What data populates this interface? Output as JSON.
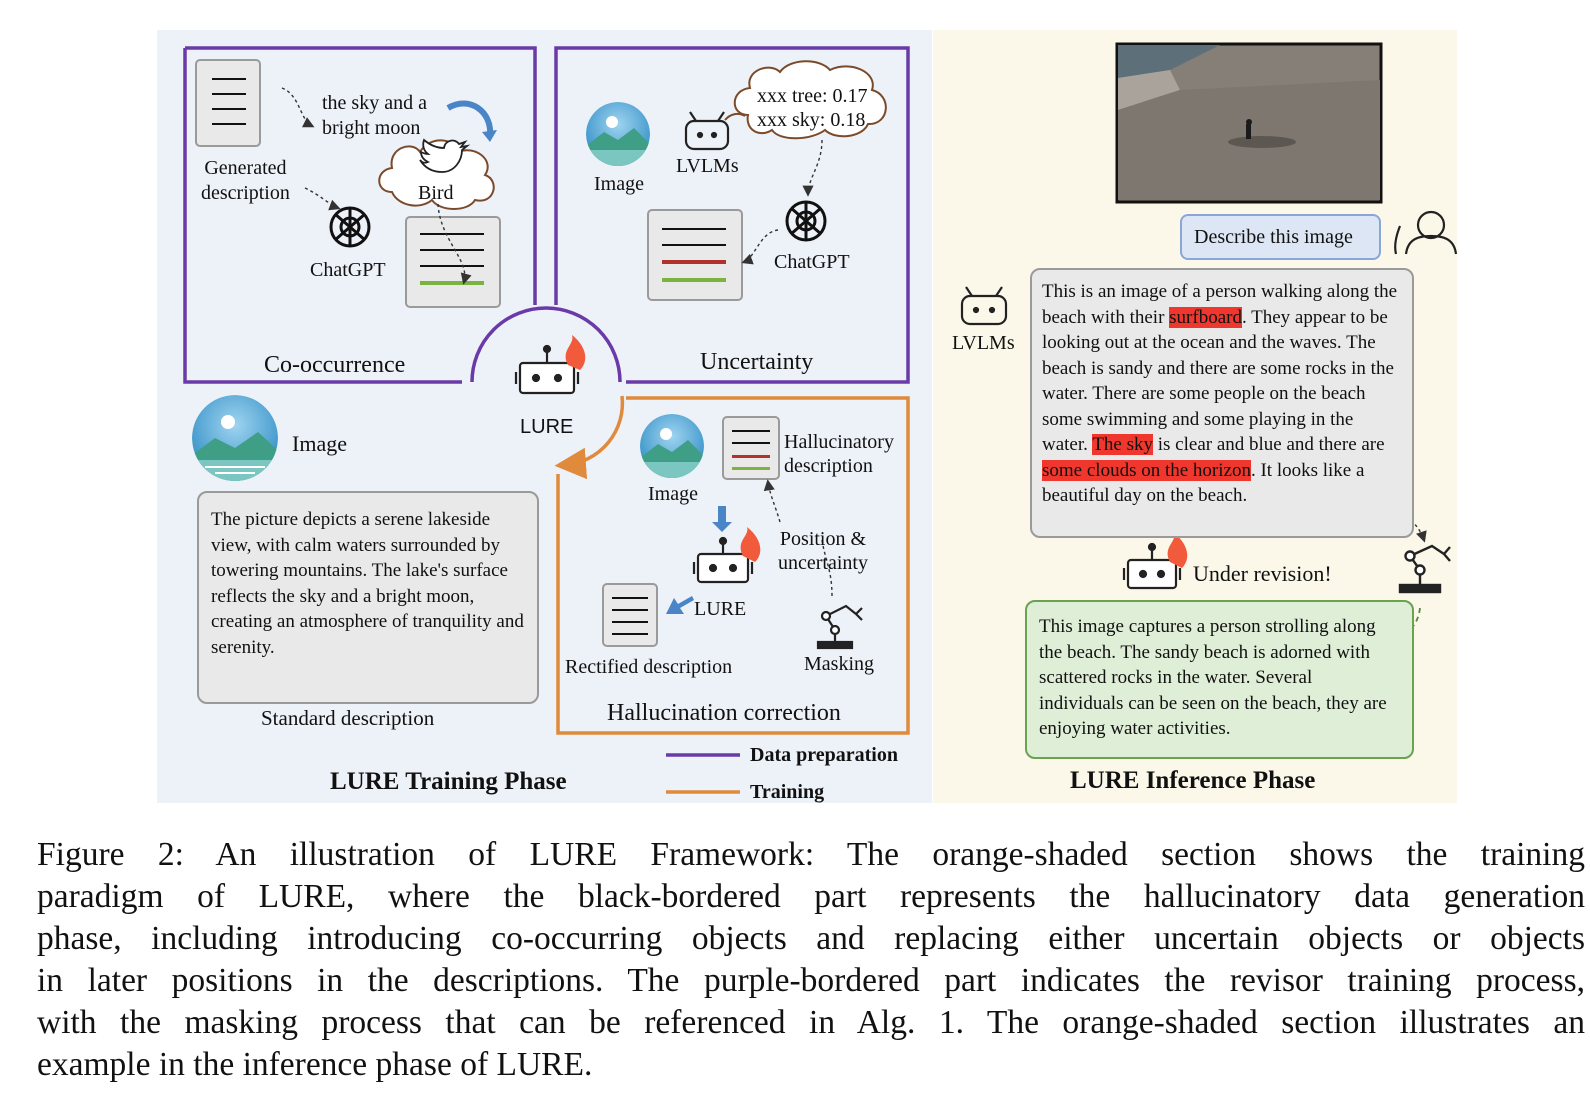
{
  "training": {
    "title": "LURE Training Phase",
    "cooccurrence": {
      "label": "Co-occurrence",
      "generated_label": "Generated\ndescription",
      "snippet": "the sky and a\nbright moon",
      "bird_label": "Bird",
      "chatgpt_label": "ChatGPT"
    },
    "uncertainty": {
      "label": "Uncertainty",
      "image_label": "Image",
      "lvlm_label": "LVLMs",
      "cloud_line1": "xxx tree: 0.17",
      "cloud_line2": "xxx sky: 0.18",
      "chatgpt_label": "ChatGPT"
    },
    "center_label": "LURE",
    "standard": {
      "image_label": "Image",
      "text": "The picture depicts a serene lakeside view, with calm waters surrounded by towering mountains. The lake's surface reflects the sky and a bright moon, creating an atmosphere of tranquility and serenity.",
      "label": "Standard description"
    },
    "correction": {
      "label": "Hallucination correction",
      "image_label": "Image",
      "hallucinatory_label": "Hallucinatory\ndescription",
      "position_label": "Position &\nuncertainty",
      "lure_label": "LURE",
      "rectified_label": "Rectified description",
      "masking_label": "Masking"
    },
    "legend": [
      {
        "label": "Data preparation",
        "color": "#6a3aa8"
      },
      {
        "label": "Training",
        "color": "#e08a3c"
      }
    ]
  },
  "inference": {
    "title": "LURE Inference Phase",
    "prompt": "Describe this image",
    "lvlm_label": "LVLMs",
    "output_segments": [
      {
        "text": "This is an image of a person walking along the beach with their ",
        "hl": false
      },
      {
        "text": "surfboard",
        "hl": true
      },
      {
        "text": ". They appear to be looking out at the ocean and the waves. The beach is sandy and there are some rocks in the water. There are some people on the beach some swimming and some playing in the water. ",
        "hl": false
      },
      {
        "text": "The sky",
        "hl": true
      },
      {
        "text": " is clear and blue and there are ",
        "hl": false
      },
      {
        "text": "some clouds on the horizon",
        "hl": true
      },
      {
        "text": ". It looks like a beautiful day on the beach.",
        "hl": false
      }
    ],
    "revision_label": "Under revision!",
    "revised_text": "This image captures a person strolling along the beach. The sandy beach is adorned with scattered rocks in the water. Several individuals can be seen on the beach, they are enjoying water activities."
  },
  "caption_lines": [
    "Figure 2:  An illustration of LURE Framework:  The orange-shaded section shows the training",
    "paradigm of LURE, where the black-bordered part represents the hallucinatory data generation",
    "phase, including introducing co-occurring objects and replacing either uncertain objects or objects",
    "in later positions in the descriptions. The purple-bordered part indicates the revisor training process,",
    "with the masking process that can be referenced in Alg. 1. The orange-shaded section illustrates an",
    "example in the inference phase of LURE."
  ]
}
